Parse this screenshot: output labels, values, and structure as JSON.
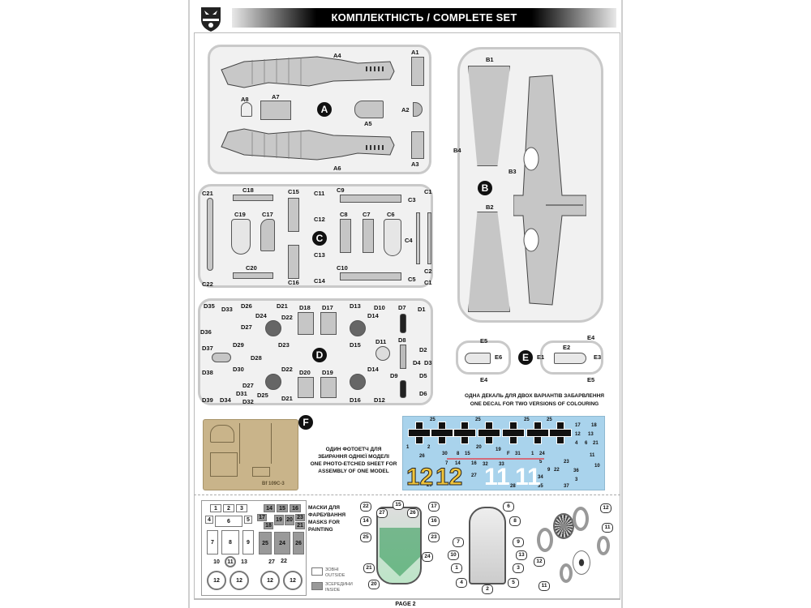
{
  "header": {
    "title": "КОМПЛЕКТНІСТЬ / COMPLETE SET",
    "logo_icon": "model-svit-shield-icon"
  },
  "sprue_a": {
    "label": "A",
    "parts": [
      "A1",
      "A2",
      "A3",
      "A4",
      "A5",
      "A6",
      "A7",
      "A8"
    ]
  },
  "sprue_b": {
    "label": "B",
    "parts": [
      "B1",
      "B2",
      "B3",
      "B4"
    ]
  },
  "sprue_c": {
    "label": "C",
    "parts": [
      "C1",
      "C2",
      "C3",
      "C4",
      "C5",
      "C6",
      "C7",
      "C8",
      "C9",
      "C10",
      "C11",
      "C12",
      "C13",
      "C14",
      "C15",
      "C16",
      "C17",
      "C18",
      "C19",
      "C20",
      "C21",
      "C22",
      "C1"
    ]
  },
  "sprue_d": {
    "label": "D",
    "parts": [
      "D35",
      "D33",
      "D26",
      "D24",
      "D21",
      "D18",
      "D17",
      "D13",
      "D10",
      "D7",
      "D1",
      "D36",
      "D27",
      "D22",
      "D14",
      "D37",
      "D29",
      "D28",
      "D23",
      "D15",
      "D11",
      "D8",
      "D2",
      "D30",
      "D4",
      "D3",
      "D38",
      "D27",
      "D22",
      "D20",
      "D19",
      "D14",
      "D5",
      "D31",
      "D39",
      "D34",
      "D32",
      "D25",
      "D21",
      "D16",
      "D12",
      "D9",
      "D6"
    ]
  },
  "sprue_e": {
    "label": "E",
    "parts": [
      "E5",
      "E6",
      "E4",
      "E1",
      "E2",
      "E4",
      "E3",
      "E5"
    ],
    "note_ua": "ОДНА ДЕКАЛЬ ДЛЯ ДВОХ ВАРІАНТІВ ЗАБАРВЛЕННЯ",
    "note_en": "ONE DECAL FOR TWO VERSIONS OF COLOURING"
  },
  "photo_etch": {
    "label": "F",
    "sheet_name": "Bf 109C-3",
    "note_ua_1": "ОДИН ФОТОЕТЧ ДЛЯ",
    "note_ua_2": "ЗБИРАННЯ ОДНІЄЇ МОДЕЛІ",
    "note_en_1": "ONE PHOTO-ETCHED SHEET FOR",
    "note_en_2": "ASSEMBLY OF ONE MODEL"
  },
  "decals": {
    "big_numbers": [
      "12",
      "12",
      "11",
      "11"
    ],
    "numbers_top": [
      "25",
      "25",
      "25",
      "25"
    ],
    "numbers_mid": [
      "1",
      "2",
      "26",
      "30",
      "8",
      "15",
      "20",
      "19",
      "F",
      "31",
      "1",
      "24",
      "7",
      "14",
      "16",
      "32",
      "33",
      "5",
      "22",
      "23",
      "27",
      "28",
      "29",
      "34",
      "35",
      "36",
      "37"
    ],
    "numbers_right": [
      "17",
      "18",
      "12",
      "13",
      "4",
      "6",
      "21",
      "11",
      "10",
      "3",
      "9"
    ],
    "colors": {
      "sheet": "#a9d3ec",
      "yellow": "#f0c43a",
      "white": "#ffffff",
      "black": "#111111",
      "red": "#d46a7a"
    }
  },
  "masks": {
    "title_ua_1": "МАСКИ ДЛЯ",
    "title_ua_2": "ФАРБУВАННЯ",
    "title_en_1": "MASKS FOR",
    "title_en_2": "PAINTING",
    "outside_cells": [
      "1",
      "2",
      "3",
      "4",
      "6",
      "5",
      "7",
      "8",
      "9",
      "10",
      "11",
      "13",
      "12",
      "12"
    ],
    "inside_cells": [
      "14",
      "15",
      "16",
      "17",
      "18",
      "19",
      "20",
      "21",
      "22",
      "23",
      "24",
      "25",
      "26",
      "27",
      "12",
      "12"
    ],
    "legend_outside_ua": "ЗОВНІ",
    "legend_outside_en": "OUTSIDE",
    "legend_inside_ua": "ЗСЕРЕДИНИ",
    "legend_inside_en": "INSIDE"
  },
  "canopy_diagram": {
    "callouts": [
      "22",
      "27",
      "15",
      "26",
      "17",
      "14",
      "16",
      "25",
      "23",
      "24",
      "21",
      "20"
    ]
  },
  "windscreen_diagram": {
    "callouts": [
      "6",
      "8",
      "7",
      "9",
      "10",
      "13",
      "1",
      "3",
      "4",
      "2",
      "5"
    ]
  },
  "wheel_diagram": {
    "callouts": [
      "12",
      "12",
      "11",
      "11"
    ]
  },
  "footer": {
    "page": "PAGE 2"
  }
}
